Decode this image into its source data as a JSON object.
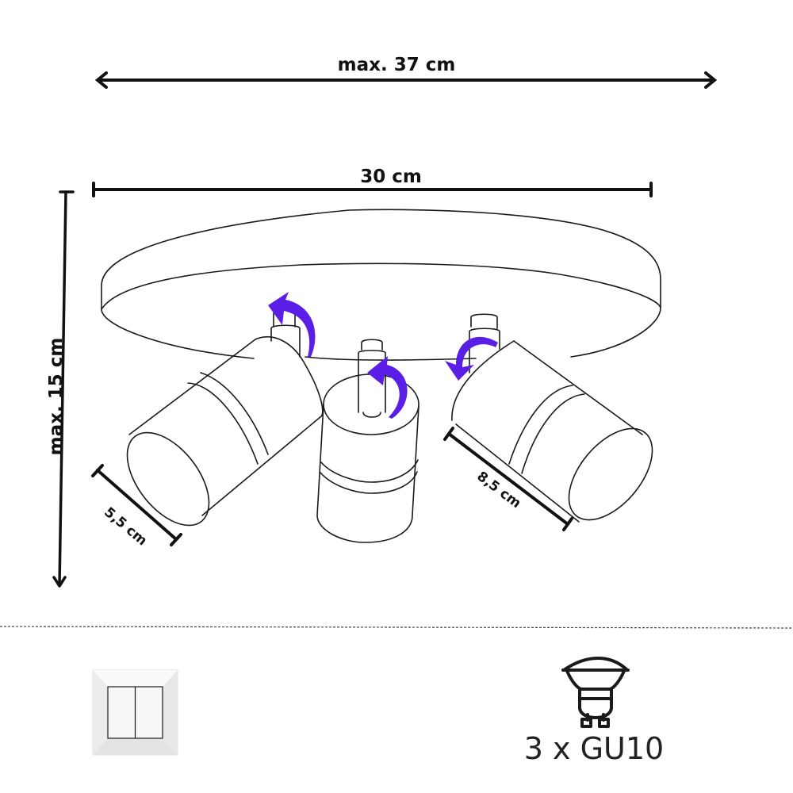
{
  "dimensions": {
    "max_width": "max. 37 cm",
    "base_diameter": "30 cm",
    "max_height": "max. 15 cm",
    "spot_diameter": "5,5 cm",
    "spot_length": "8,5 cm"
  },
  "rotation_arrows": {
    "color": "#5b1ee6",
    "count": 3
  },
  "footer": {
    "switch_icon": "double-wall-switch-icon",
    "bulb_icon": "gu10-bulb-icon",
    "bulb_label": "3 x GU10"
  },
  "colors": {
    "line": "#1a1a1a",
    "accent": "#5b1ee6",
    "background": "#ffffff"
  }
}
